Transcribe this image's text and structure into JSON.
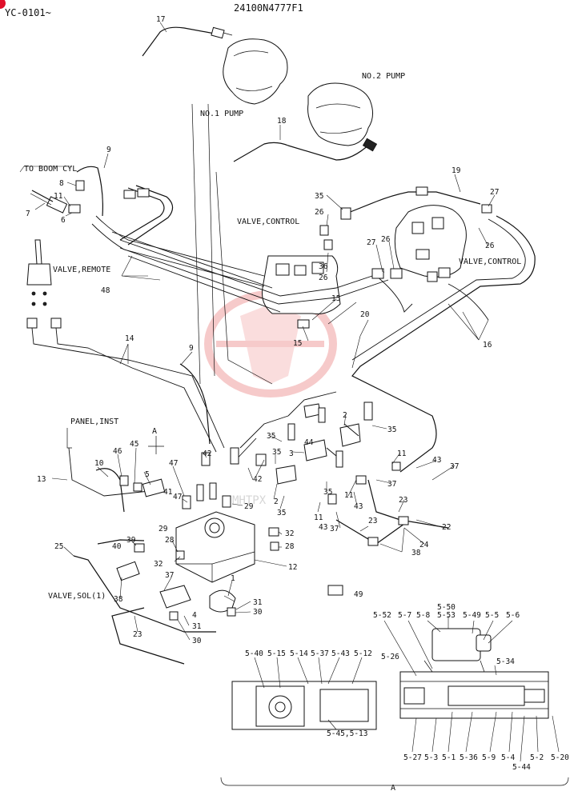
{
  "header": {
    "serial": "YC-0101~",
    "drawing_no": "24100N4777F1"
  },
  "labels": {
    "to_boom_cyl": "TO BOOM CYL",
    "no1_pump": "NO.1 PUMP",
    "no2_pump": "NO.2 PUMP",
    "valve_control_left": "VALVE,CONTROL",
    "valve_control_right": "VALVE,CONTROL",
    "valve_remote": "VALVE,REMOTE",
    "panel_inst": "PANEL,INST",
    "valve_sol": "VALVE,SOL(1)",
    "view_a": "A",
    "watermark": "MHTPX"
  },
  "callouts": {
    "c17": "17",
    "c18": "18",
    "c19": "19",
    "c9a": "9",
    "c9b": "9",
    "c8": "8",
    "c11a": "11",
    "c7": "7",
    "c6": "6",
    "c35a": "35",
    "c26a": "26",
    "c27a": "27",
    "c27b": "27",
    "c26b": "26",
    "c26c": "26",
    "c36": "36",
    "c26d": "26",
    "c48": "48",
    "c15a": "15",
    "c15b": "15",
    "c20": "20",
    "c16": "16",
    "c14": "14",
    "c13": "13",
    "c10": "10",
    "c46": "46",
    "c45": "45",
    "c5": "5",
    "c47a": "47",
    "c47b": "47",
    "c42a": "42",
    "c42b": "42",
    "c41": "41",
    "c29a": "29",
    "c29b": "29",
    "c28a": "28",
    "c28b": "28",
    "c39": "39",
    "c40": "40",
    "c32a": "32",
    "c32b": "32",
    "c25": "25",
    "c12": "12",
    "c37a": "37",
    "c37b": "37",
    "c37c": "37",
    "c37d": "37",
    "c4": "4",
    "c31a": "31",
    "c31b": "31",
    "c30a": "30",
    "c30b": "30",
    "c38a": "38",
    "c38b": "38",
    "c23a": "23",
    "c23b": "23",
    "c23c": "23",
    "c24": "24",
    "c22": "22",
    "c43a": "43",
    "c43b": "43",
    "c43c": "43",
    "c11b": "11",
    "c11c": "11",
    "c11d": "11",
    "c2a": "2",
    "c2b": "2",
    "c3": "3",
    "c35b": "35",
    "c35c": "35",
    "c35d": "35",
    "c35e": "35",
    "c35f": "35",
    "c44": "44",
    "c1": "1",
    "c49": "49"
  },
  "detail_labels": {
    "d5_52": "5-52",
    "d5_7": "5-7",
    "d5_8": "5-8",
    "d5_50": "5-50",
    "d5_53": "5-53",
    "d5_49": "5-49",
    "d5_5": "5-5",
    "d5_6": "5-6",
    "d5_40": "5-40",
    "d5_15": "5-15",
    "d5_14": "5-14",
    "d5_37": "5-37",
    "d5_43": "5-43",
    "d5_12": "5-12",
    "d5_26": "5-26",
    "d5_34": "5-34",
    "d5_45_13": "5-45,5-13",
    "d5_27": "5-27",
    "d5_3": "5-3",
    "d5_1": "5-1",
    "d5_36": "5-36",
    "d5_9": "5-9",
    "d5_4": "5-4",
    "d5_44": "5-44",
    "d5_2": "5-2",
    "d5_20": "5-20"
  }
}
